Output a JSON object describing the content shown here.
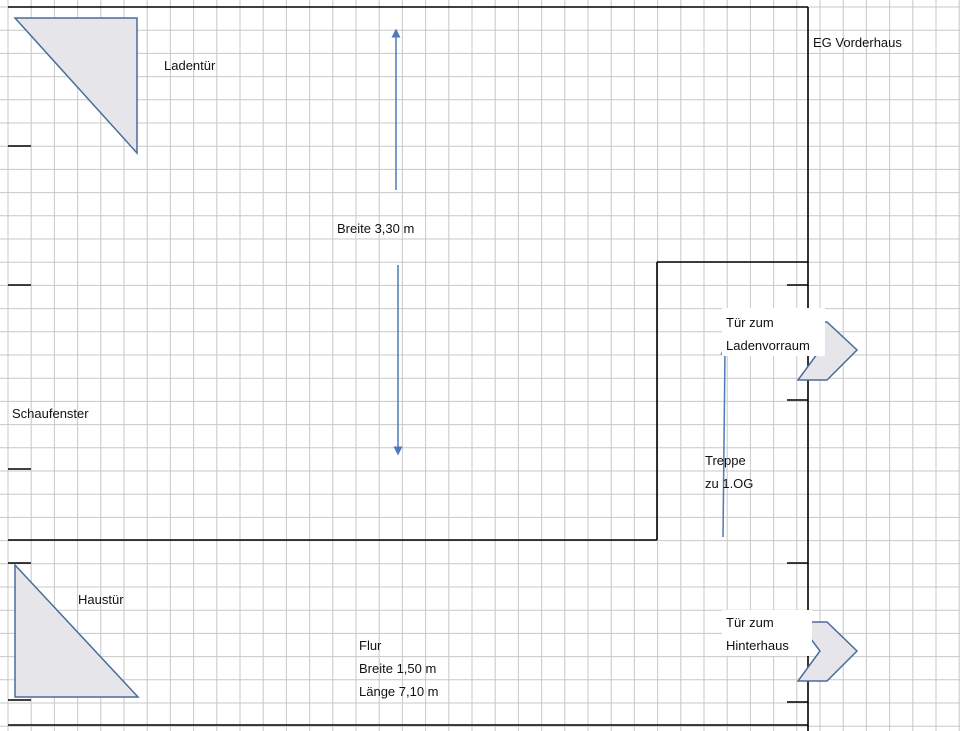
{
  "plan": {
    "title": "EG Vorderhaus",
    "shop_door": "Ladentür",
    "width_room": "Breite 3,30 m",
    "shop_window": "Schaufenster",
    "front_door": "Haustür",
    "hallway_name": "Flur",
    "hallway_width": "Breite 1,50 m",
    "hallway_length": "Länge 7,10 m",
    "door_anteroom_line1": "Tür zum",
    "door_anteroom_line2": "Ladenvorraum",
    "stairs_line1": "Treppe",
    "stairs_line2": "zu 1.OG",
    "door_rear_line1": "Tür zum",
    "door_rear_line2": "Hinterhaus"
  },
  "colors": {
    "grid": "#c8c8c8",
    "wall": "#000000",
    "shape_fill": "#e6e6ea",
    "shape_stroke": "#4a6c9b",
    "arrow": "#4f7ab8"
  }
}
